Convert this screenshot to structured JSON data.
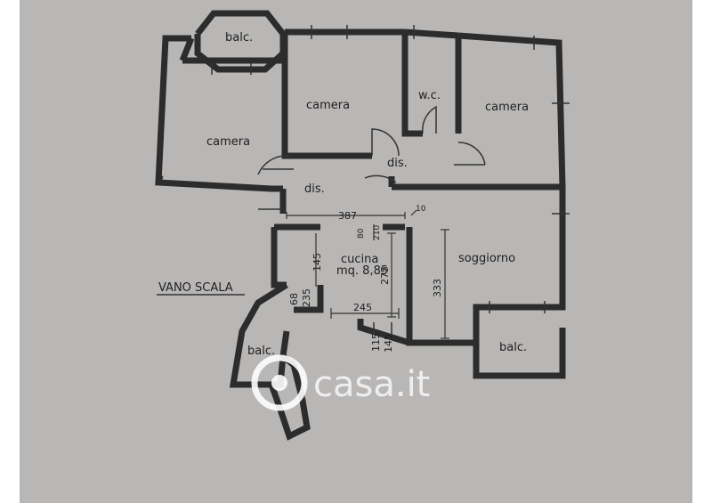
{
  "rooms": {
    "balcone_top": "balc.",
    "camera_left": "camera",
    "camera_center": "camera",
    "wc": "w.c.",
    "camera_right": "camera",
    "disimpegno_upper": "dis.",
    "disimpegno_lower": "dis.",
    "cucina": "cucina",
    "cucina_area": "mq. 8,85",
    "soggiorno": "soggiorno",
    "balcone_left": "balc.",
    "balcone_bottom": "balc.",
    "vano_scala": "VANO SCALA"
  },
  "dimensions": {
    "d387": "387",
    "d10": "10",
    "d80": "80",
    "d210": "210",
    "d145_upper": "145",
    "d275": "275",
    "d333": "333",
    "d245": "245",
    "d68": "68",
    "d235": "235",
    "d115": "115",
    "d145_lower": "145"
  },
  "watermark": {
    "text": "casa.it"
  }
}
